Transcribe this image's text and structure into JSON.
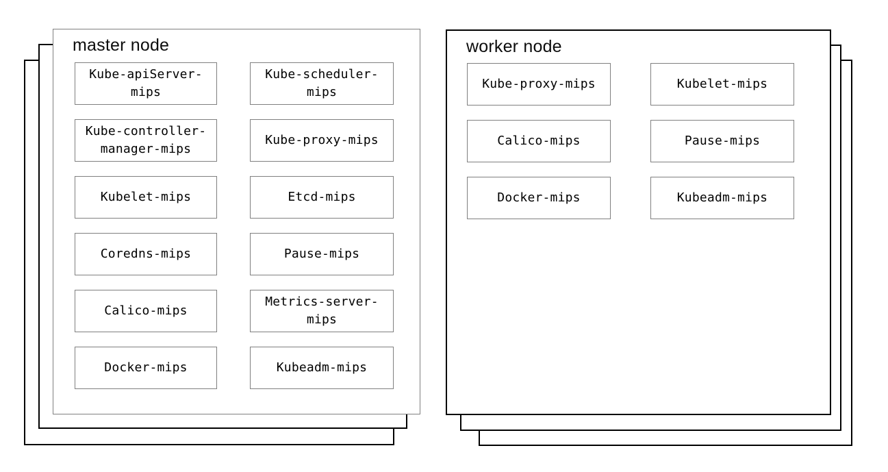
{
  "diagram": {
    "colors": {
      "background": "#ffffff",
      "component_border": "#7f7f7f",
      "master_border": "#7f7f7f",
      "stack_border": "#000000",
      "text": "#000000"
    },
    "nodes": [
      {
        "title": "master node",
        "stack_count": 3,
        "boxes": [
          "Kube-apiServer-\nmips",
          "Kube-scheduler-\nmips",
          "Kube-controller-\nmanager-mips",
          "Kube-proxy-mips",
          "Kubelet-mips",
          "Etcd-mips",
          "Coredns-mips",
          "Pause-mips",
          "Calico-mips",
          "Metrics-server-\nmips",
          "Docker-mips",
          "Kubeadm-mips"
        ]
      },
      {
        "title": "worker node",
        "stack_count": 3,
        "boxes": [
          "Kube-proxy-mips",
          "Kubelet-mips",
          "Calico-mips",
          "Pause-mips",
          "Docker-mips",
          "Kubeadm-mips"
        ]
      }
    ]
  }
}
